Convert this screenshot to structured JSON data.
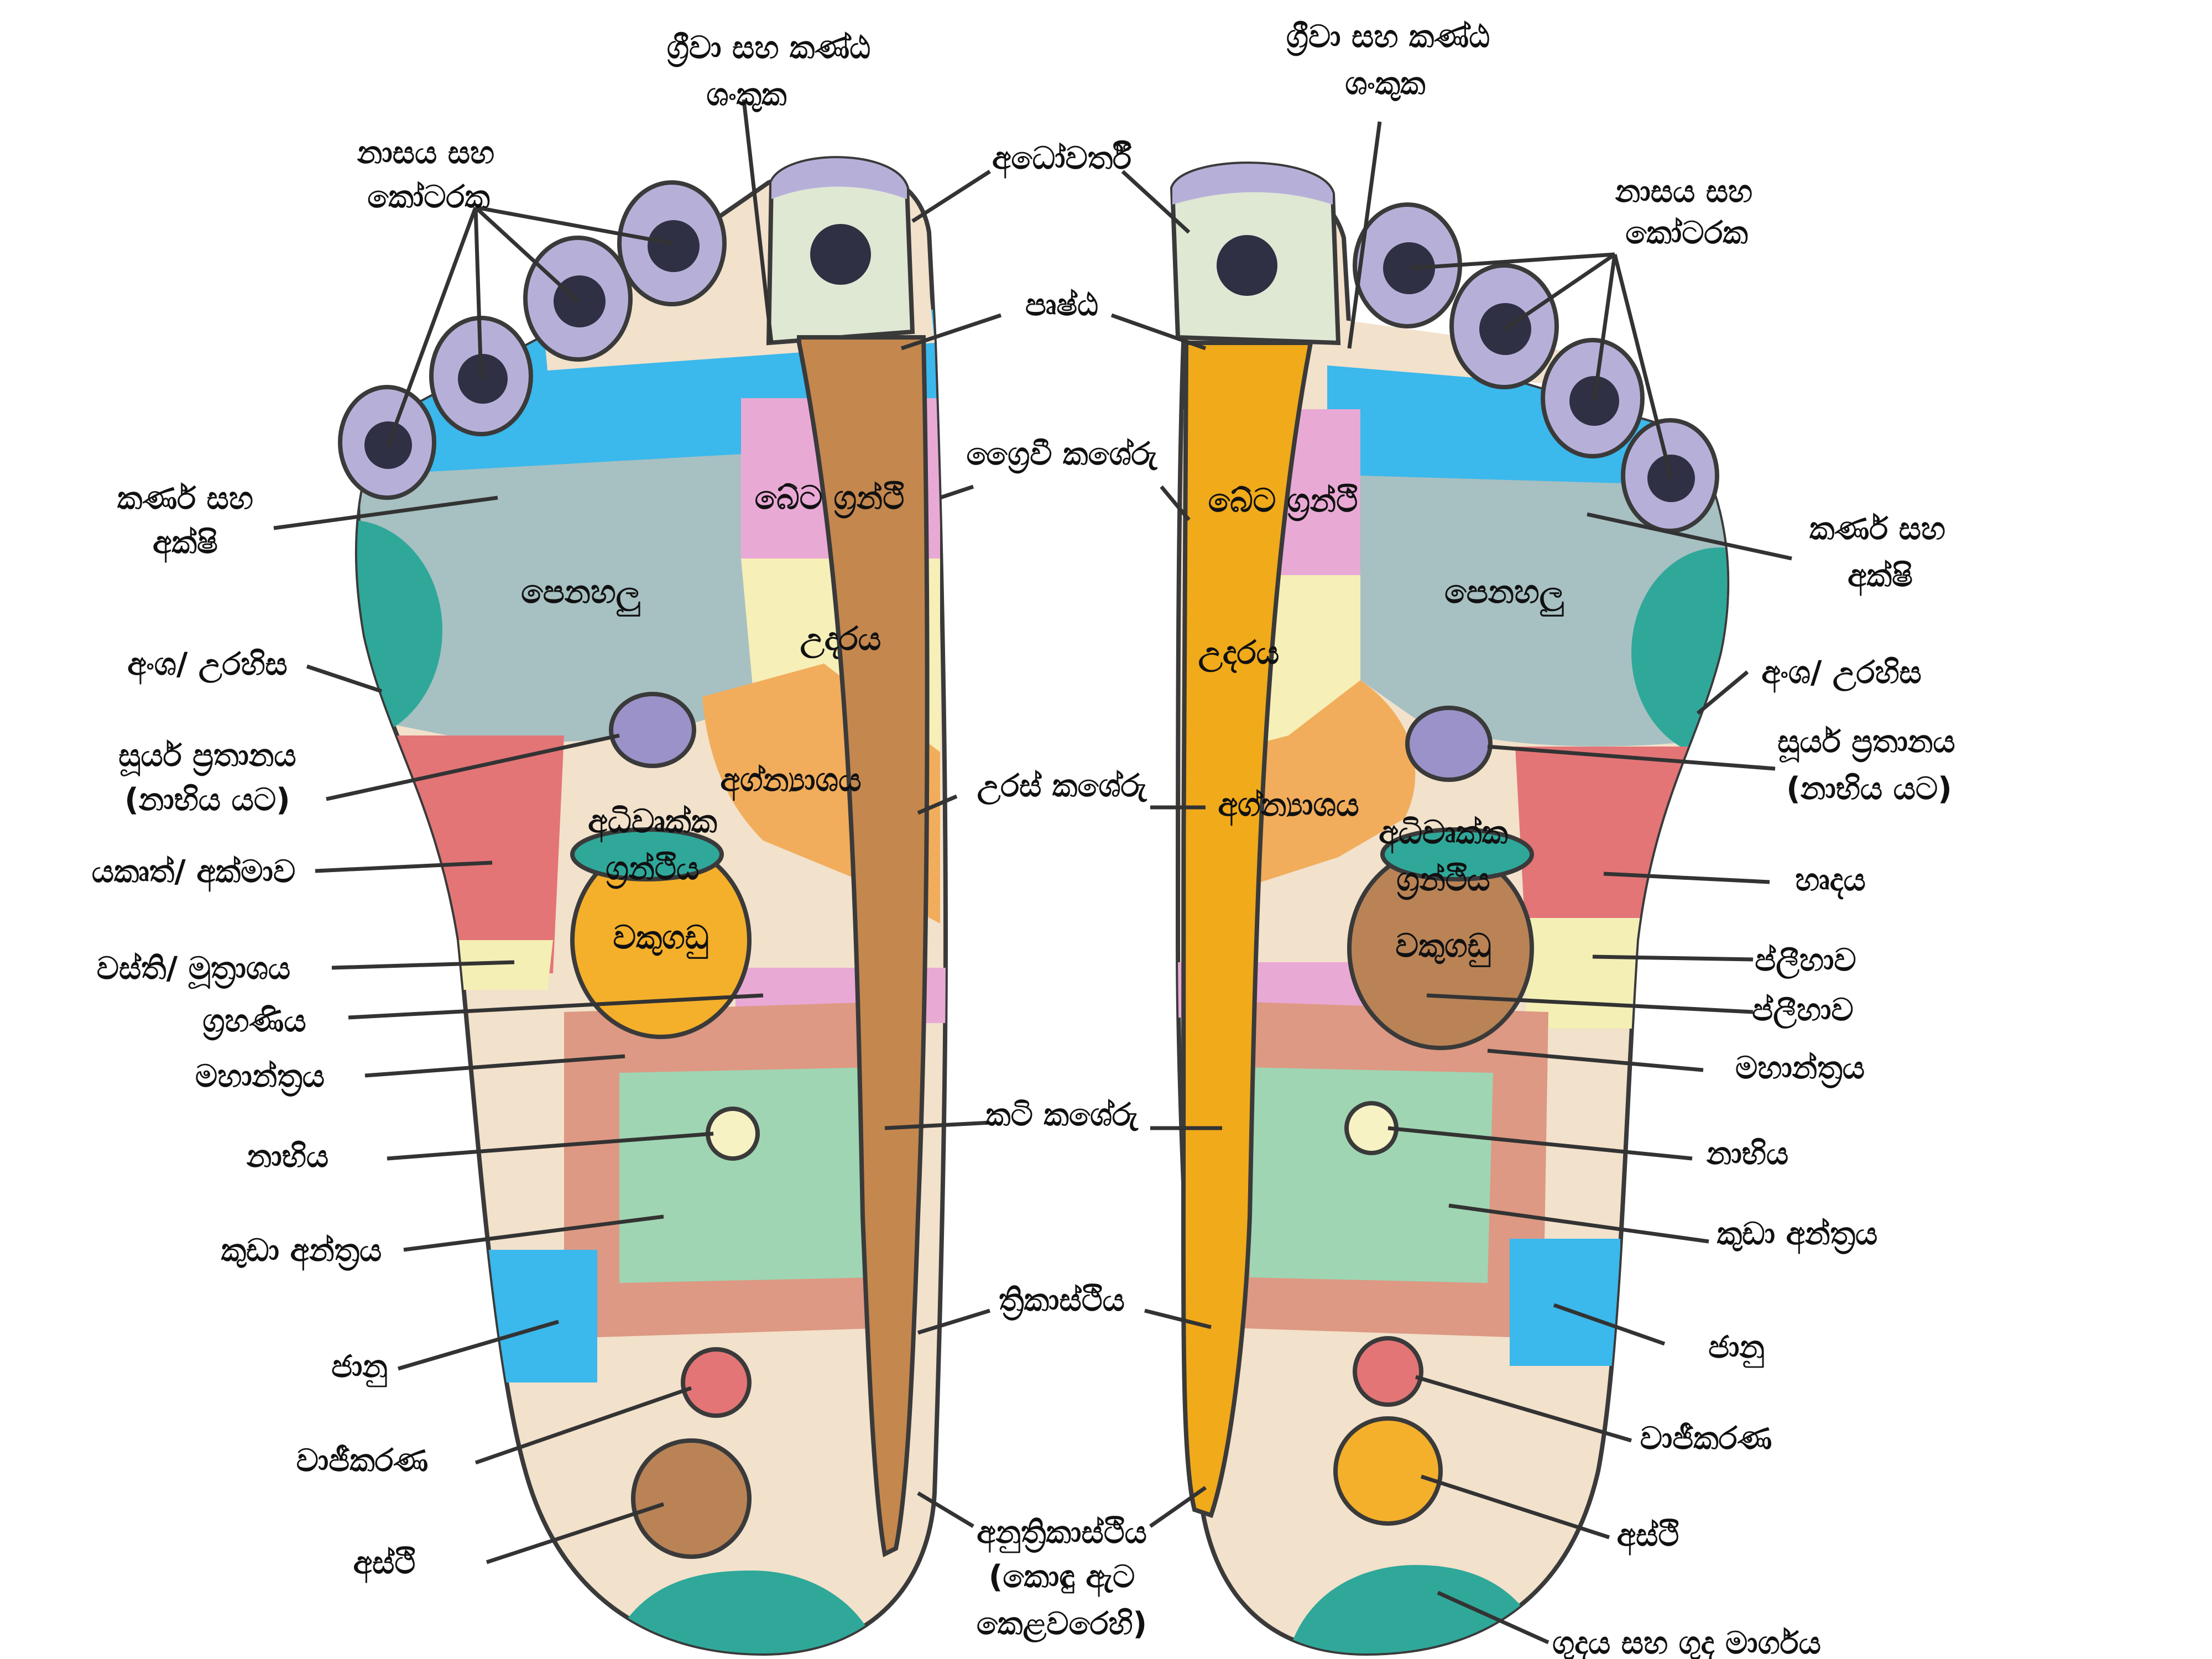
{
  "colors": {
    "skin": "#f2e1cb",
    "toe_pad": "#b6b0d9",
    "toe_core": "#2f3043",
    "big_toe": "#dfe8d3",
    "sinus_band": "#3bb8ec",
    "lung": "#a7c0c2",
    "shoulder": "#2fa89a",
    "thyroid": "#e9a9d5",
    "stomach": "#f6efb7",
    "pancreas": "#f1ad5b",
    "liver": "#e37577",
    "heart": "#e37577",
    "kidney_left": "#f4b02a",
    "kidney_right": "#b98356",
    "adrenal": "#2fa89a",
    "bladder": "#f4efb5",
    "colon": "#dd9983",
    "small_int": "#9fd5b3",
    "knee": "#3bb8ec",
    "gonad": "#e37577",
    "spine_left": "#c4874e",
    "spine_right": "#f0aa1a",
    "sciatic_left": "#b98356",
    "sciatic_right": "#f4b02a",
    "rectum": "#2fa89a",
    "solar": "#9b92c9",
    "navel": "#f7f2c4"
  },
  "left_labels": {
    "neck_throat": [
      "ග්‍රීවා සහ කණ්ඨ",
      "ශංකුක"
    ],
    "nose_sinus": [
      "නාසය සහ",
      "කෝටරක"
    ],
    "ear_eye": [
      "කර්ණ සහ",
      "අක්ෂි"
    ],
    "shoulder": "අංශ/ උරහිස",
    "solar_plexus": [
      "සූර්ය ප්‍රතානය",
      "(නාභිය යට)"
    ],
    "liver": "යකෘත්/ අක්මාව",
    "bladder": "වස්ති/ මූත්‍රාශය",
    "duodenum": "ග්‍රහණිය",
    "colon": "මහාන්ත්‍රය",
    "navel": "නාභිය",
    "small_intestine": "කුඩා අන්ත්‍රය",
    "knee": "ජානු",
    "gonad": "වාජීකරණ",
    "bone": "අස්ථි"
  },
  "right_labels": {
    "neck_throat": [
      "ග්‍රීවා සහ කණ්ඨ",
      "ශංකුක"
    ],
    "nose_sinus": [
      "නාසය සහ",
      "කෝටරක"
    ],
    "ear_eye": [
      "කර්ණ සහ",
      "අක්ෂි"
    ],
    "shoulder": "අංශ/ උරහිස",
    "solar_plexus": [
      "සූර්ය ප්‍රතානය",
      "(නාභිය යට)"
    ],
    "heart": "හෘදය",
    "spleen_1": "ප්ලීහාව",
    "spleen_2": "ප්ලීහාව",
    "colon": "මහාන්ත්‍රය",
    "navel": "නාභිය",
    "small_intestine": "කුඩා අන්ත්‍රය",
    "knee": "ජානු",
    "gonad": "වාජීකරණ",
    "bone": "අස්ථි",
    "rectum": "ගුදය සහ ගුද මාර්ගය"
  },
  "center_labels": {
    "pituitary": "අධෝවර්තී",
    "brain_stem": "පෘෂ්ඨ",
    "cervical": "ග්‍රෛවී කශේරු",
    "thoracic": "උරස් කශේරු",
    "lumbar": "කටි කශේරු",
    "sacral": "ත්‍රිකාස්ථිය",
    "coccyx": [
      "අනුත්‍රිකාස්ථිය",
      "(කොඳු ඇට",
      "කෙළවරෙහි)"
    ]
  },
  "zone_labels": {
    "lungs": "පෙනහලු",
    "thyroid": "බේට ග්‍රන්ථි",
    "stomach": "උදරය",
    "pancreas": "අග්න්‍යාශය",
    "adrenal": [
      "අධිවෘක්ක",
      "ග්‍රන්ථිය"
    ],
    "kidney": "වකුගඩු"
  }
}
